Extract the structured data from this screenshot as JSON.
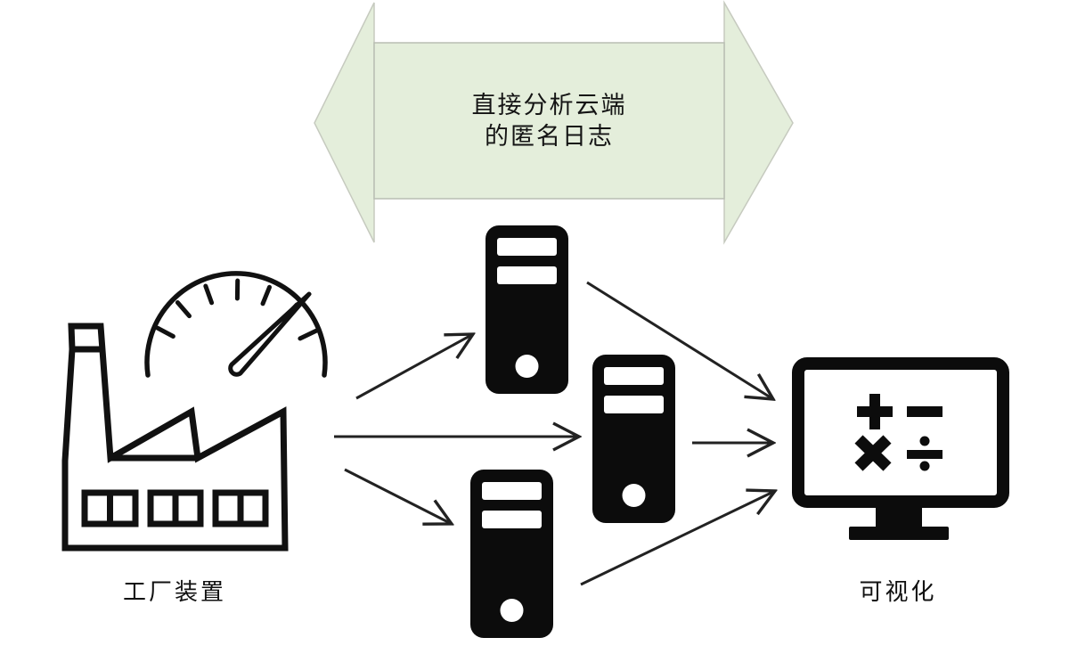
{
  "banner": {
    "line1": "直接分析云端",
    "line2": "的匿名日志"
  },
  "labels": {
    "factory": "工厂装置",
    "visualization": "可视化"
  },
  "icons": {
    "factory": "factory-icon",
    "gauge": "gauge-icon",
    "servers": [
      "server-icon-top",
      "server-icon-middle",
      "server-icon-bottom"
    ],
    "monitor": "calculation-monitor-icon",
    "banner_shape": "double-headed-arrow"
  },
  "colors": {
    "background": "#ffffff",
    "banner_fill": "#e4eedb",
    "banner_border": "#c6cabf",
    "icon_black": "#0c0c0c",
    "arrow_line": "#222222",
    "text": "#141414"
  }
}
